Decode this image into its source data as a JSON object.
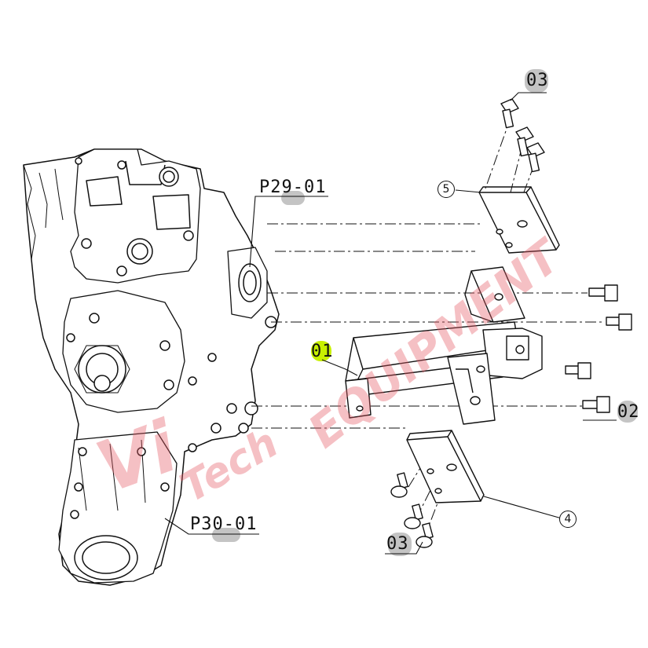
{
  "labels": {
    "p29": "P29-01",
    "p30": "P30-01",
    "part01": "01",
    "part02": "02",
    "part03_top": "03",
    "part03_bottom": "03",
    "callout4": "4",
    "callout5": "5"
  },
  "watermark": {
    "script": "Vi",
    "main": "EQUIPMENT",
    "cut": "Tech"
  },
  "colors": {
    "line": "#111111",
    "label_highlight": "#b5b5b5",
    "part01_highlight": "#c8f000",
    "watermark": "#e65a64"
  }
}
